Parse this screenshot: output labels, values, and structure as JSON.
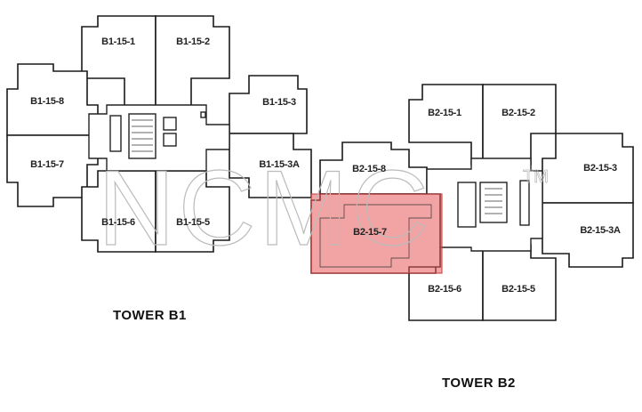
{
  "tower_b1": {
    "label": "TOWER B1",
    "units": [
      "B1-15-1",
      "B1-15-2",
      "B1-15-8",
      "B1-15-7",
      "B1-15-3",
      "B1-15-3A",
      "B1-15-6",
      "B1-15-5"
    ]
  },
  "tower_b2": {
    "label": "TOWER B2",
    "units": [
      "B2-15-1",
      "B2-15-2",
      "B2-15-8",
      "B2-15-7",
      "B2-15-3",
      "B2-15-3A",
      "B2-15-6",
      "B2-15-5"
    ],
    "highlighted_unit": "B2-15-7"
  },
  "watermark": {
    "text": "NCMC",
    "mark": "TM"
  },
  "colors": {
    "highlight": "#e85a5a",
    "line": "#1a1a1a",
    "watermark": "#bbbbbb"
  }
}
